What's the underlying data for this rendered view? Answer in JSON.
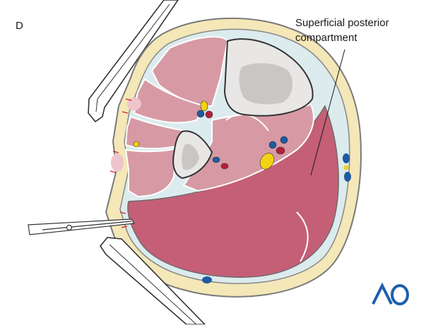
{
  "figure": {
    "panel_letter": "D",
    "callout": {
      "line1": "Superficial posterior",
      "line2": "compartment"
    },
    "logo_text": "AO"
  },
  "colors": {
    "skin_fat": "#f4e7b8",
    "fascia": "#dcebed",
    "muscle_anterior": "#d79aa4",
    "muscle_posterior": "#c45f76",
    "bone": "#e9e6e6",
    "bone_marrow": "#c9c6c6",
    "artery": "#b3203a",
    "vein": "#1f5aa0",
    "nerve": "#f2d313",
    "instrument": "#ffffff",
    "logo": "#1d5fb0"
  }
}
